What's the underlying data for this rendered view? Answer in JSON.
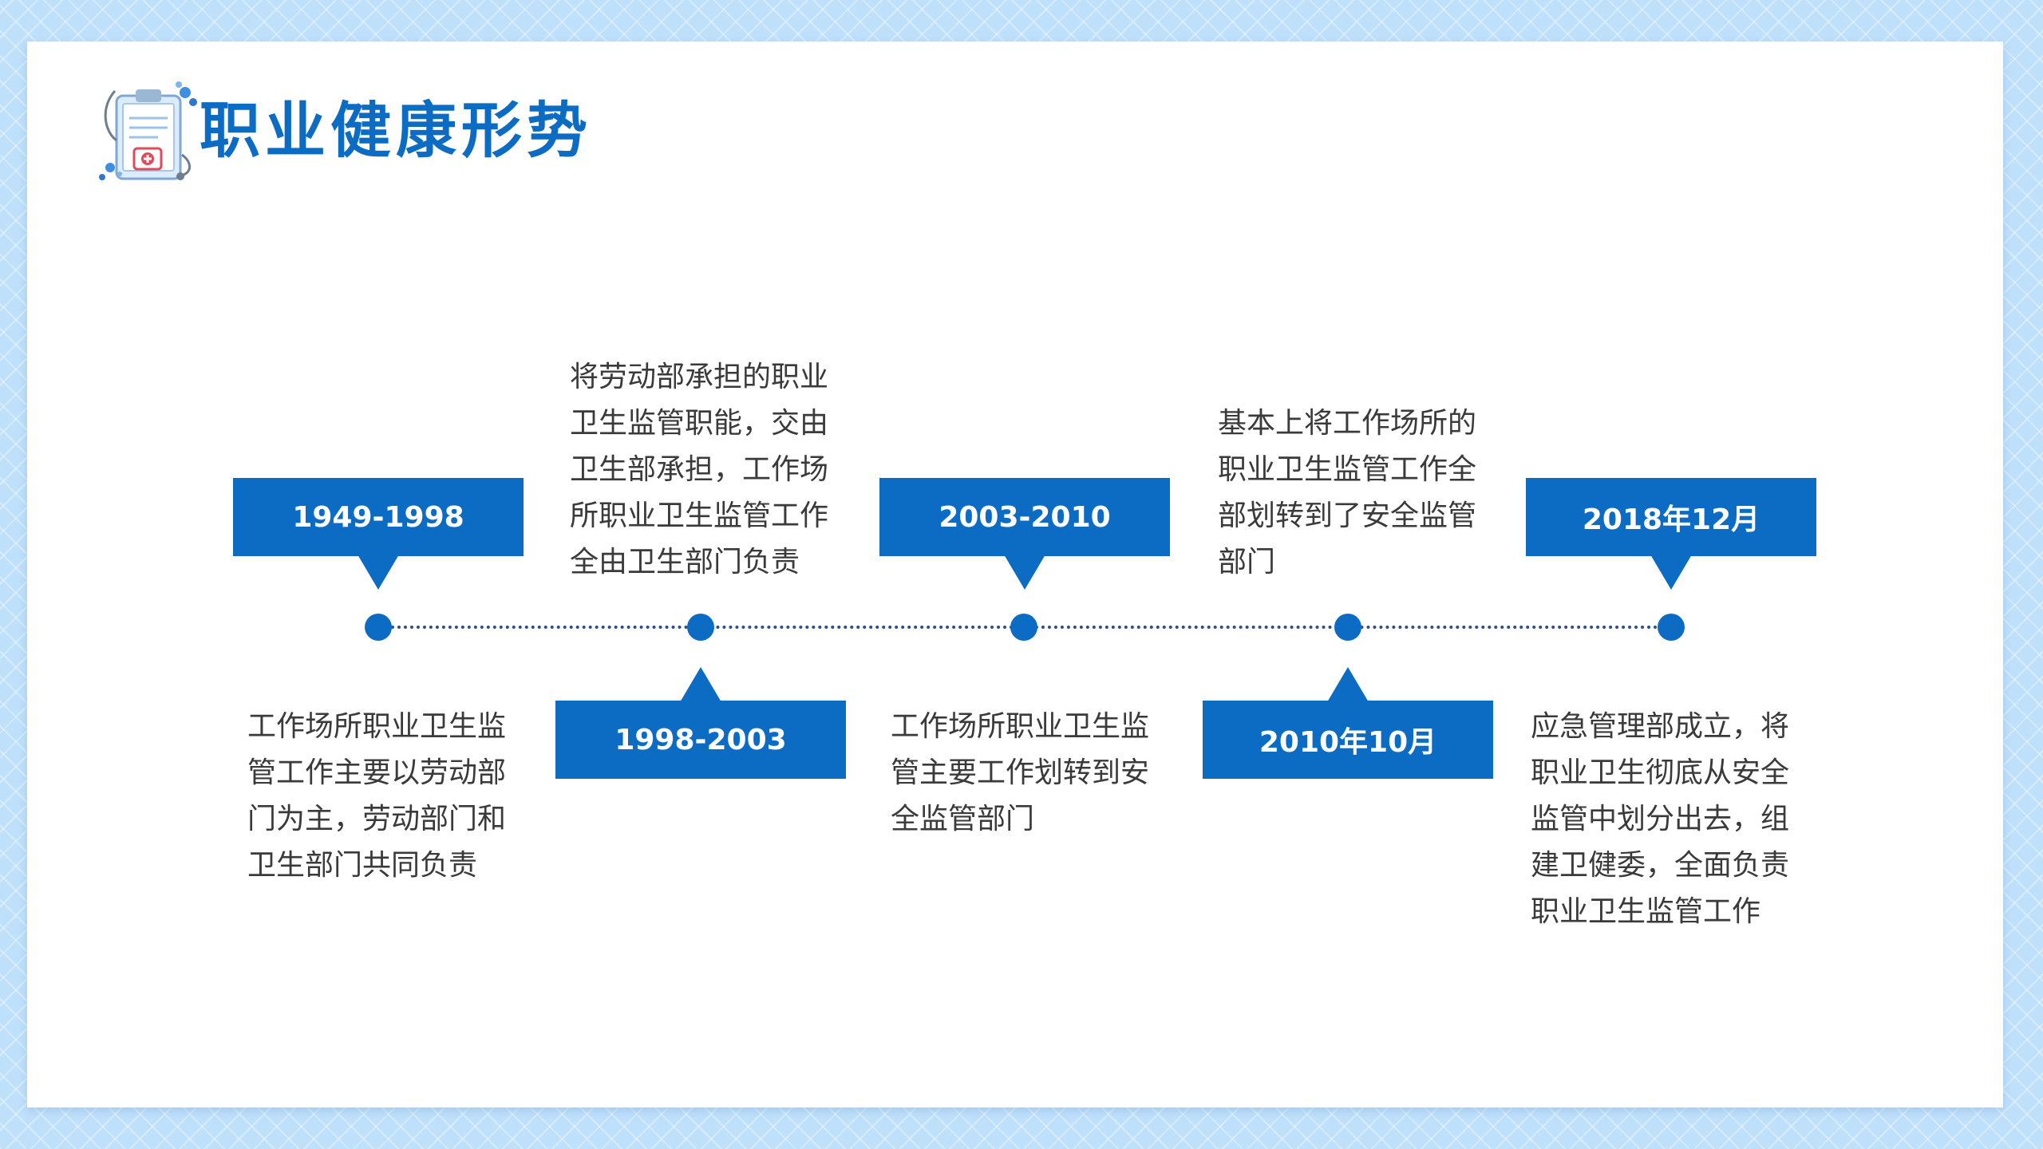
{
  "header": {
    "title": "职业健康形势",
    "icon": "clipboard-stethoscope-icon"
  },
  "colors": {
    "accent": "#0c6cc4",
    "line": "#2d4f83",
    "text": "#3a3a3a",
    "background": "#bfe0fb"
  },
  "timeline": {
    "events": [
      {
        "period": "1949-1998",
        "description": "工作场所职业卫生监管工作主要以劳动部门为主，劳动部门和卫生部门共同负责"
      },
      {
        "period": "1998-2003",
        "description": "将劳动部承担的职业卫生监管职能，交由卫生部承担，工作场所职业卫生监管工作全由卫生部门负责"
      },
      {
        "period": "2003-2010",
        "description": "工作场所职业卫生监管主要工作划转到安全监管部门"
      },
      {
        "period": "2010年10月",
        "description": "基本上将工作场所的职业卫生监管工作全部划转到了安全监管部门"
      },
      {
        "period": "2018年12月",
        "description": "应急管理部成立，将职业卫生彻底从安全监管中划分出去，组建卫健委，全面负责职业卫生监管工作"
      }
    ]
  }
}
